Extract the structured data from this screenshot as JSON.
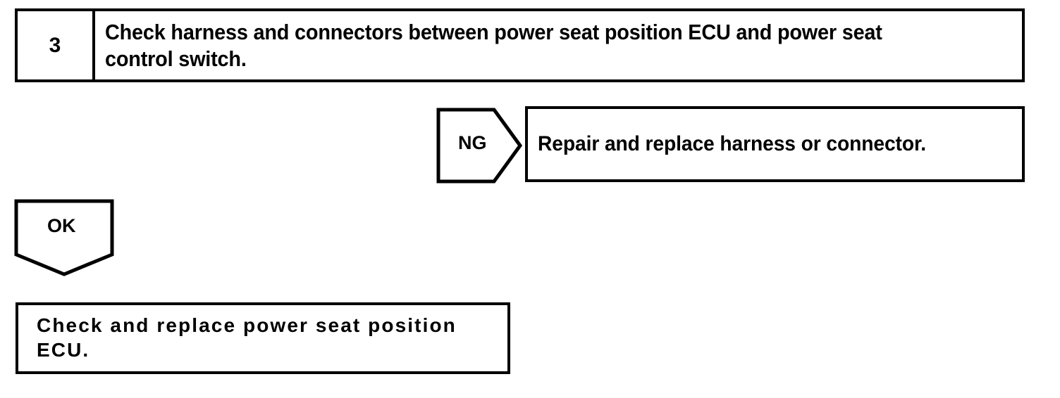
{
  "diagram": {
    "type": "troubleshooting-flowchart",
    "line_color": "#000000",
    "background_color": "#ffffff",
    "step": {
      "number": "3",
      "instruction": "Check harness and connectors between power seat position ECU and power seat control switch."
    },
    "branches": [
      {
        "id": "ng",
        "tag_label": "NG",
        "tag_shape": "right-pointing-pentagon",
        "action": "Repair and replace harness or connector."
      },
      {
        "id": "ok",
        "tag_label": "OK",
        "tag_shape": "down-pointing-pentagon",
        "action": "Check and replace power seat position ECU."
      }
    ],
    "result": {
      "text": "Check and replace power seat position ECU."
    }
  }
}
